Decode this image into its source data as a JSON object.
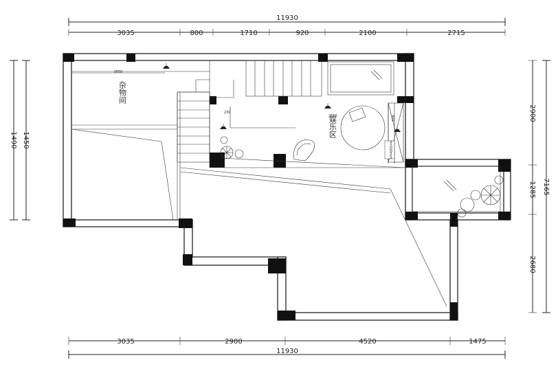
{
  "dimensions": {
    "top_total": "11930",
    "top_segments": [
      "3035",
      "800",
      "1710",
      "920",
      "2100",
      "2715"
    ],
    "bottom_total": "11930",
    "bottom_segments": [
      "3035",
      "2900",
      "4520",
      "1475"
    ],
    "left_outer": "1490",
    "left_inner": "1450",
    "right_segments": [
      "2900",
      "1285",
      "2680"
    ],
    "right_total": "7165"
  },
  "rooms": {
    "storage": "杂物间",
    "entertainment": "娱乐区"
  },
  "small_labels": {
    "storage_width": "2650",
    "mark_a": "230",
    "mark_b": "2650",
    "mark_c": "800",
    "mark_d": "H=500mm"
  }
}
